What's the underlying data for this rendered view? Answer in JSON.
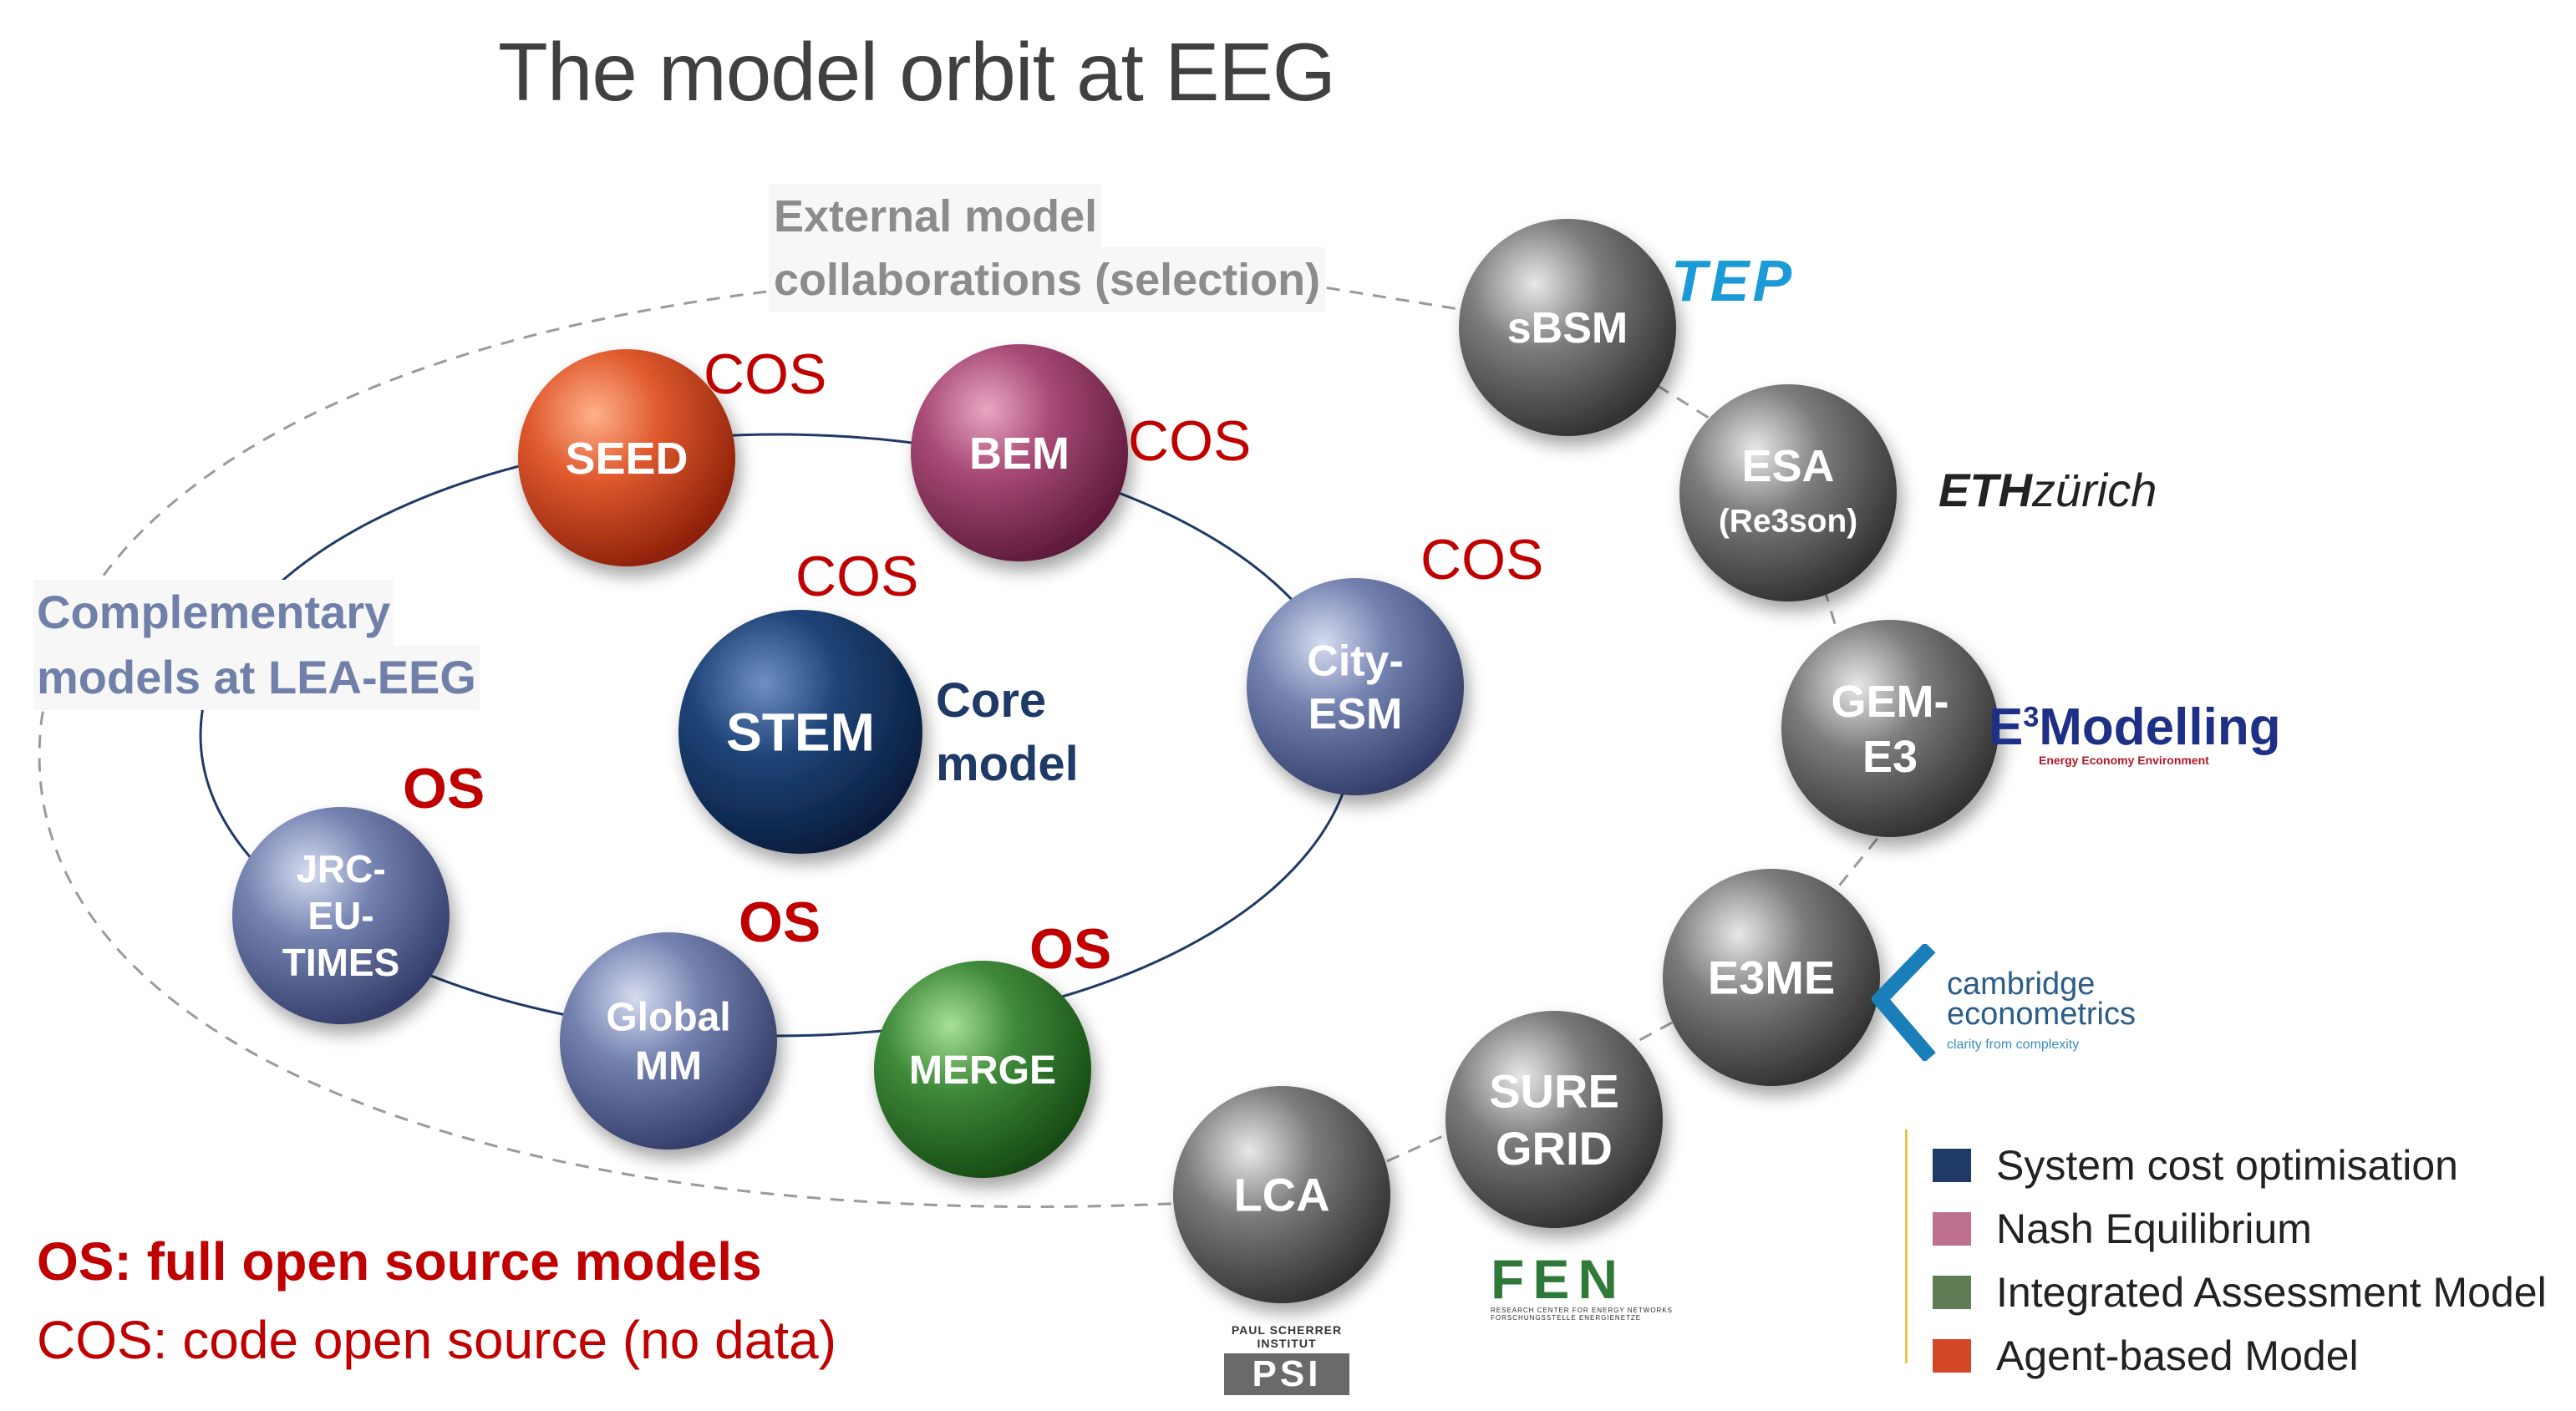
{
  "title": "The model orbit at EEG",
  "labels": {
    "external": [
      "External model",
      "collaborations (selection)"
    ],
    "complementary": [
      "Complementary",
      "models at LEA-EEG"
    ],
    "core": [
      "Core",
      "model"
    ]
  },
  "nodes": {
    "seed": {
      "lines": [
        "SEED"
      ],
      "tag": "COS",
      "type": "agent-based"
    },
    "bem": {
      "lines": [
        "BEM"
      ],
      "tag": "COS",
      "type": "nash"
    },
    "stem": {
      "lines": [
        "STEM"
      ],
      "tag": "COS",
      "type": "system-cost"
    },
    "city": {
      "lines": [
        "City-",
        "ESM"
      ],
      "tag": "COS",
      "type": "complementary"
    },
    "jrc": {
      "lines": [
        "JRC-",
        "EU-",
        "TIMES"
      ],
      "tag": "OS",
      "type": "complementary"
    },
    "globalmm": {
      "lines": [
        "Global",
        "MM"
      ],
      "tag": "OS",
      "type": "complementary"
    },
    "merge": {
      "lines": [
        "MERGE"
      ],
      "tag": "OS",
      "type": "integrated-assessment"
    },
    "sbsm": {
      "lines": [
        "sBSM"
      ],
      "type": "external"
    },
    "esa": {
      "lines": [
        "ESA",
        "(Re3son)"
      ],
      "type": "external"
    },
    "geme3": {
      "lines": [
        "GEM-",
        "E3"
      ],
      "type": "external"
    },
    "e3me": {
      "lines": [
        "E3ME"
      ],
      "type": "external"
    },
    "suregrid": {
      "lines": [
        "SURE",
        "GRID"
      ],
      "type": "external"
    },
    "lca": {
      "lines": [
        "LCA"
      ],
      "type": "external"
    }
  },
  "logos": {
    "tep": "TEP",
    "eth": [
      "ETH",
      "zürich"
    ],
    "e3modelling": {
      "main": "Modelling",
      "sup": "3",
      "sub": "Energy Economy Environment"
    },
    "cambridge": {
      "lines": [
        "cambridge",
        "econometrics"
      ],
      "tagline": "clarity from complexity"
    },
    "fen": {
      "main": "FEN",
      "sub": [
        "RESEARCH CENTER FOR ENERGY NETWORKS",
        "FORSCHUNGSSTELLE ENERGIENETZE"
      ]
    },
    "psi": {
      "top": "PAUL SCHERRER INSTITUT",
      "main": "PSI"
    }
  },
  "notes": {
    "os": "OS: full open source models",
    "cos": "COS: code open source (no data)"
  },
  "legend": [
    {
      "label": "System cost optimisation",
      "color": "#1f3a66"
    },
    {
      "label": "Nash Equilibrium",
      "color": "#c0708f"
    },
    {
      "label": "Integrated Assessment Model",
      "color": "#5e7d55"
    },
    {
      "label": "Agent-based Model",
      "color": "#d24726"
    }
  ],
  "colors": {
    "agent-based": "#d24726",
    "nash": "#a04470",
    "system-cost": "#1f3a66",
    "integrated-assessment": "#3f8a3a",
    "complementary": "#6a78a8",
    "external": "#7a7a7a",
    "tag": "#c00000"
  }
}
